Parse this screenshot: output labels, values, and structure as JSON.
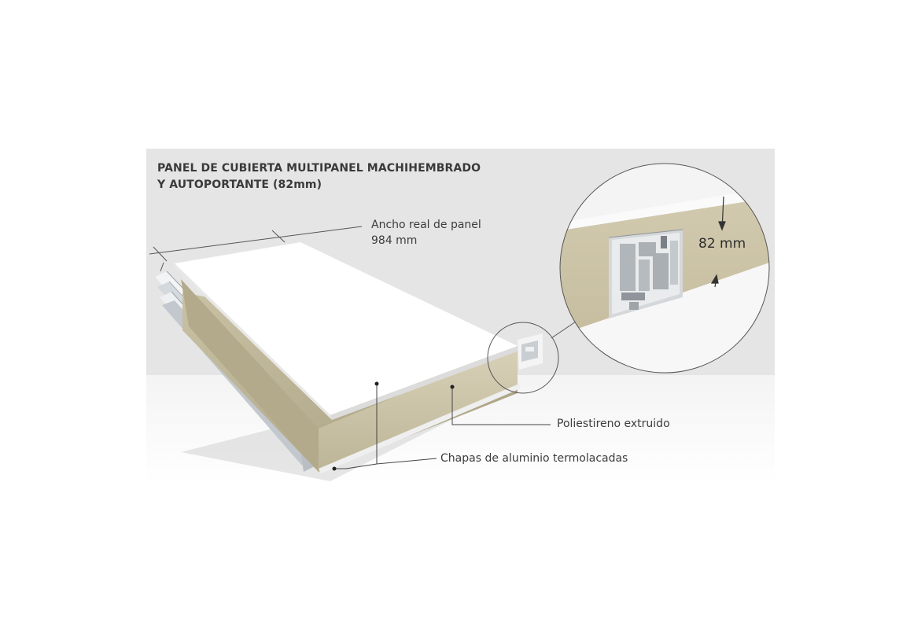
{
  "title": {
    "line1": "PANEL  DE CUBIERTA MULTIPANEL MACHIHEMBRADO",
    "line2": "Y AUTOPORTANTE (82mm)"
  },
  "annotations": {
    "width_label": "Ancho real de panel",
    "width_value": "984 mm",
    "insulation": "Poliestireno extruido",
    "sheets": "Chapas de aluminio termolacadas",
    "thickness": "82 mm"
  },
  "colors": {
    "backdrop": "#e5e5e5",
    "panel_face": "#ffffff",
    "insulation": "#cfc7ad",
    "aluminum": "#dfe3e6",
    "line": "#444444"
  }
}
